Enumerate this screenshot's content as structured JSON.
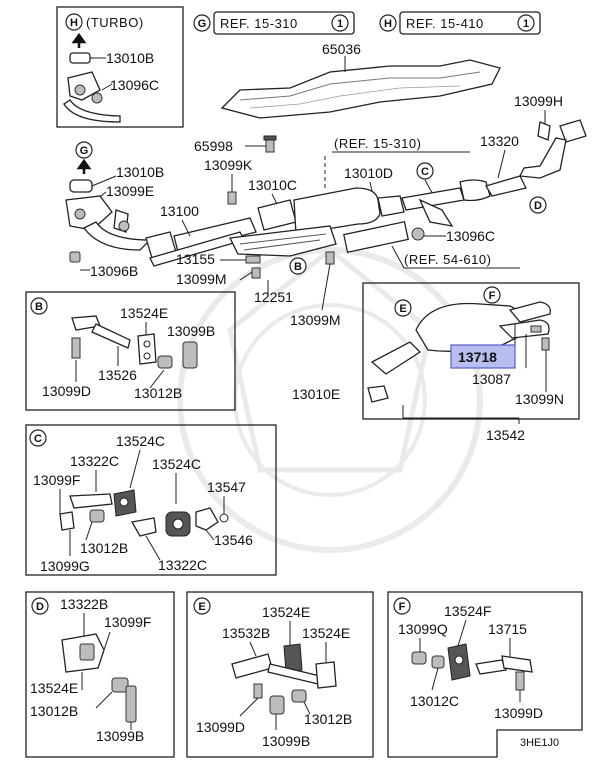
{
  "header": {
    "turbo_box_letter": "H",
    "turbo_box_title": "(TURBO)",
    "refs": [
      {
        "letter": "G",
        "text": "REF. 15-310",
        "num": "1"
      },
      {
        "letter": "H",
        "text": "REF. 15-410",
        "num": "1"
      }
    ]
  },
  "callouts": {
    "G": "G",
    "C": "C",
    "D": "D",
    "B": "B",
    "E": "E",
    "F": "F"
  },
  "main_labels": {
    "p13010b_h": "13010B",
    "p13096c_h": "13096C",
    "p65036": "65036",
    "p13099h": "13099H",
    "p65998": "65998",
    "p13099k": "13099K",
    "ref15310": "(REF. 15-310)",
    "p13320": "13320",
    "p13010b_g": "13010B",
    "p13099e": "13099E",
    "p13010c": "13010C",
    "p13010d": "13010D",
    "p13100": "13100",
    "p13096c": "13096C",
    "p13096b": "13096B",
    "p13155": "13155",
    "p13099m_a": "13099M",
    "ref54610": "(REF. 54-610)",
    "p12251": "12251",
    "p13099m_b": "13099M"
  },
  "muffler_box": {
    "highlight": "13718",
    "p13087": "13087",
    "p13099n": "13099N",
    "p13010e": "13010E",
    "p13542": "13542"
  },
  "box_b": {
    "p13524e": "13524E",
    "p13099b": "13099B",
    "p13526": "13526",
    "p13099d": "13099D",
    "p13012b": "13012B"
  },
  "box_c": {
    "p13524c_a": "13524C",
    "p13322c_a": "13322C",
    "p13524c_b": "13524C",
    "p13099f": "13099F",
    "p13547": "13547",
    "p13546": "13546",
    "p13012b": "13012B",
    "p13099g": "13099G",
    "p13322c_b": "13322C"
  },
  "box_d": {
    "p13322b": "13322B",
    "p13099f": "13099F",
    "p13524e": "13524E",
    "p13012b": "13012B",
    "p13099b": "13099B"
  },
  "box_e": {
    "p13524e_a": "13524E",
    "p13532b": "13532B",
    "p13524e_b": "13524E",
    "p13099d": "13099D",
    "p13012b": "13012B",
    "p13099b": "13099B"
  },
  "box_f": {
    "p13524f": "13524F",
    "p13099q": "13099Q",
    "p13715": "13715",
    "p13012c": "13012C",
    "p13099d": "13099D"
  },
  "footer": {
    "code": "3HE1J0"
  }
}
